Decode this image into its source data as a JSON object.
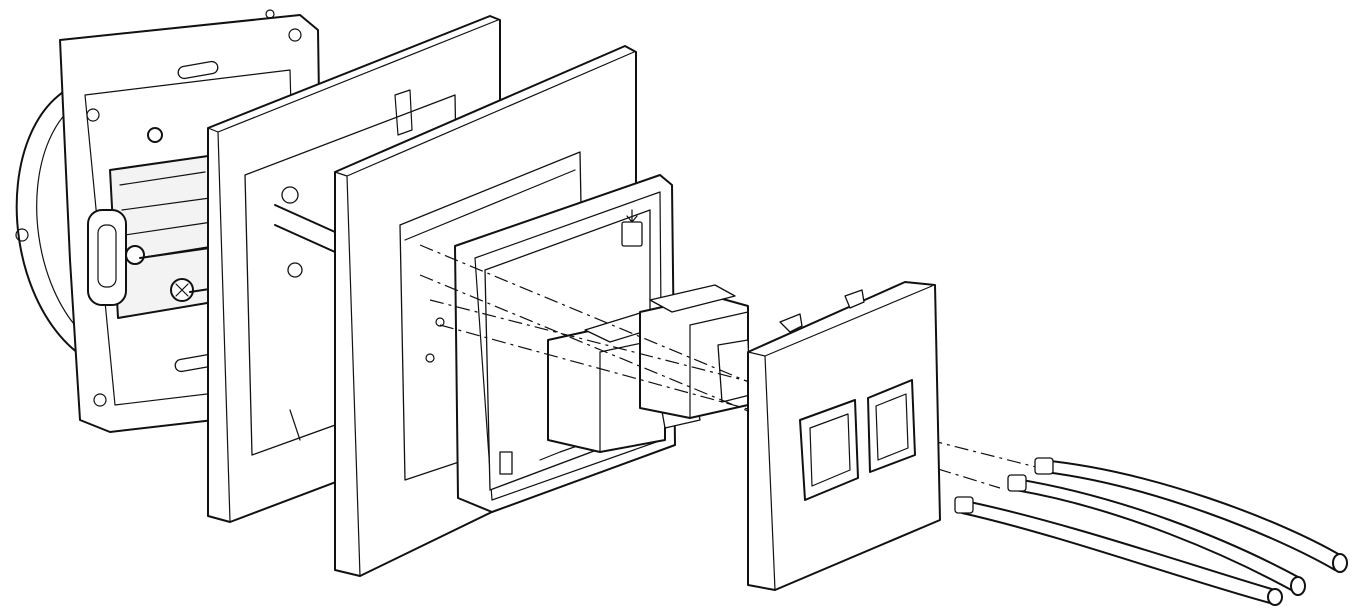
{
  "diagram": {
    "type": "exploded-assembly-line-drawing",
    "parts": [
      "mounting-frame-with-flush-box",
      "first-frame-plate",
      "second-frame-plate",
      "inner-frame",
      "jack-module-left",
      "jack-module-right",
      "front-cover-plate",
      "cable-1",
      "cable-2",
      "cable-3"
    ],
    "stroke_color": "#111111",
    "background_color": "#ffffff"
  }
}
